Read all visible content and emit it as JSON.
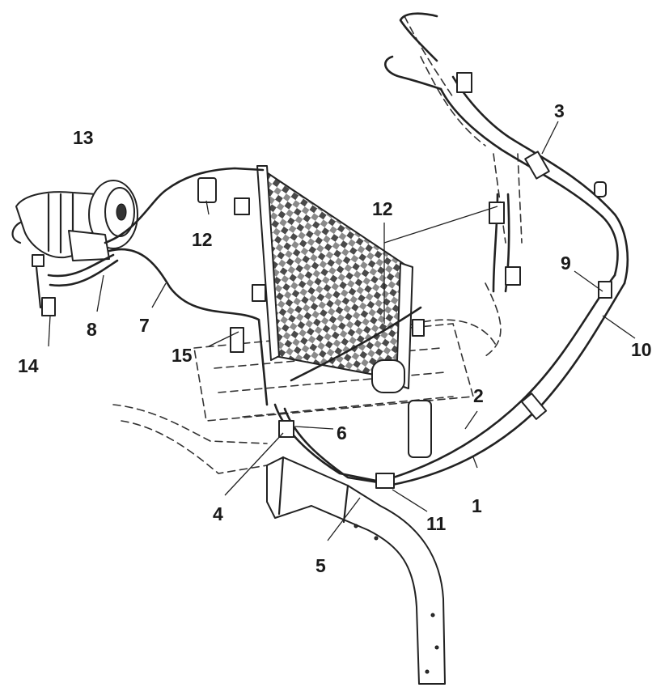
{
  "callouts": [
    {
      "id": "c1",
      "text": "1"
    },
    {
      "id": "c2",
      "text": "2"
    },
    {
      "id": "c3",
      "text": "3"
    },
    {
      "id": "c4",
      "text": "4"
    },
    {
      "id": "c5",
      "text": "5"
    },
    {
      "id": "c6",
      "text": "6"
    },
    {
      "id": "c7",
      "text": "7"
    },
    {
      "id": "c8",
      "text": "8"
    },
    {
      "id": "c9",
      "text": "9"
    },
    {
      "id": "c10",
      "text": "10"
    },
    {
      "id": "c11",
      "text": "11"
    },
    {
      "id": "c12a",
      "text": "12"
    },
    {
      "id": "c12b",
      "text": "12"
    },
    {
      "id": "c13",
      "text": "13"
    },
    {
      "id": "c14",
      "text": "14"
    },
    {
      "id": "c15",
      "text": "15"
    }
  ],
  "colors": {
    "line": "#222222",
    "background": "#ffffff"
  }
}
